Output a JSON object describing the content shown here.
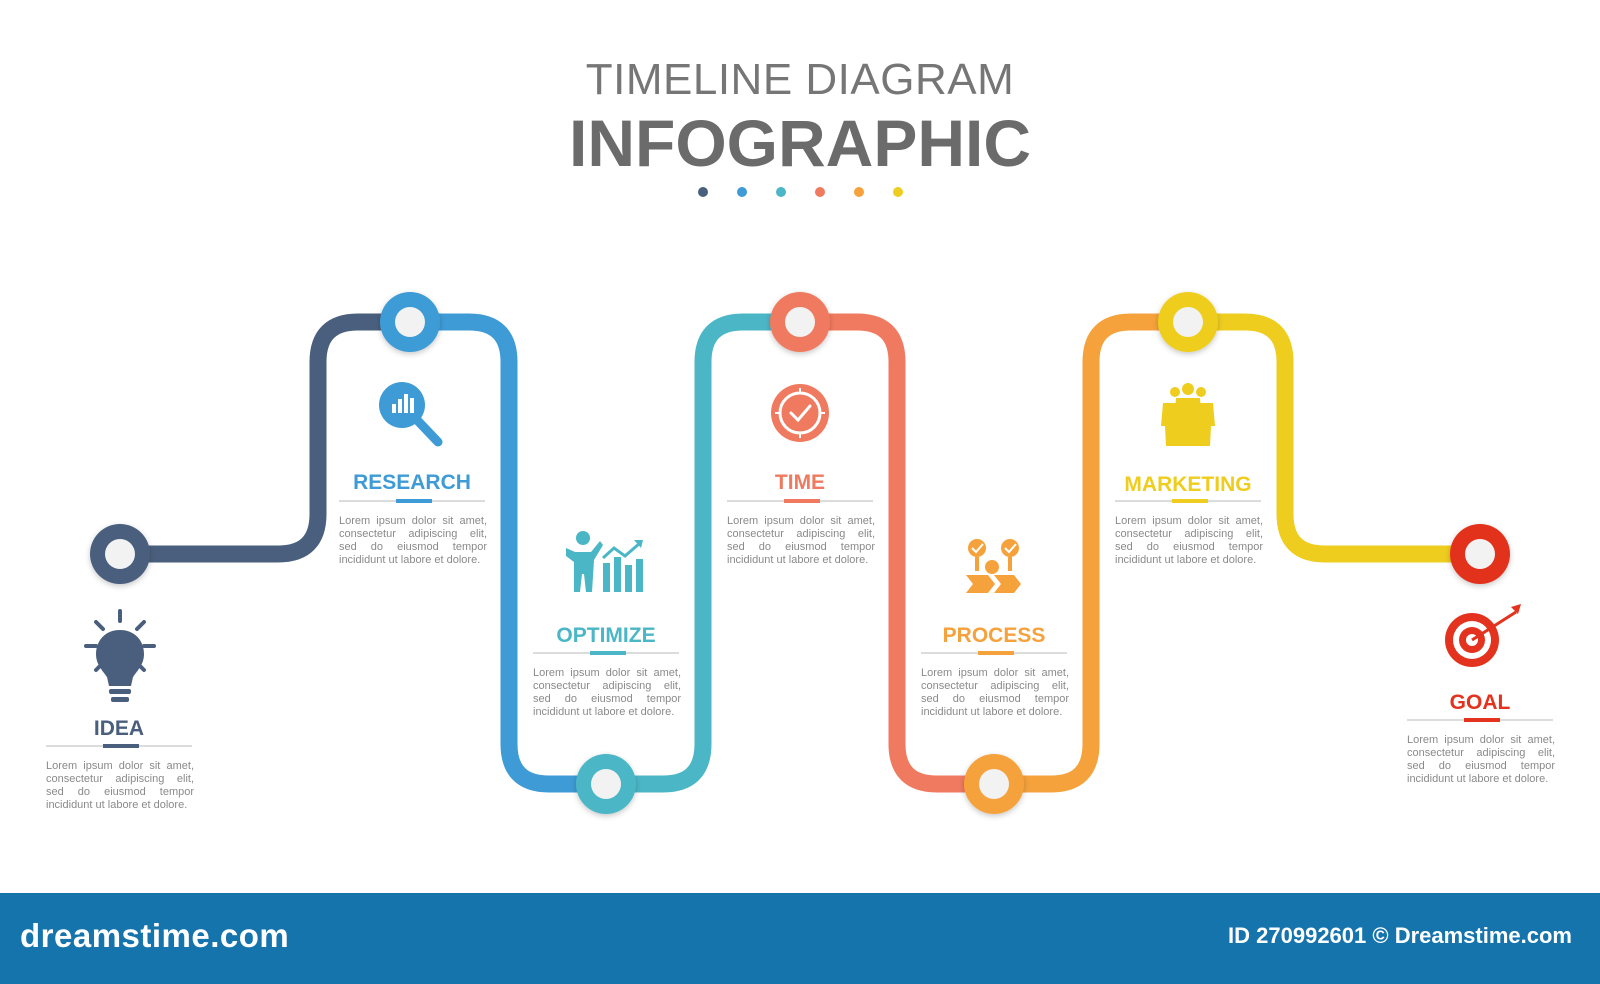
{
  "header": {
    "title_line1": "TIMELINE DIAGRAM",
    "title_line2": "INFOGRAPHIC",
    "dot_colors": [
      "#4a5f7d",
      "#3e9bd6",
      "#4bb6c6",
      "#f07a5f",
      "#f5a23c",
      "#eecd1e"
    ]
  },
  "steps": [
    {
      "label": "IDEA",
      "color": "#4a5f7d",
      "icon": "light-bulb-icon",
      "text": "Lorem ipsum dolor sit amet, consectetur adipiscing elit, sed do eiusmod tempor incididunt ut labore et dolore."
    },
    {
      "label": "RESEARCH",
      "color": "#3e9bd6",
      "icon": "magnifier-chart-icon",
      "text": "Lorem ipsum dolor sit amet, consectetur adipiscing elit, sed do eiusmod tempor incididunt ut labore et dolore."
    },
    {
      "label": "OPTIMIZE",
      "color": "#4bb6c6",
      "icon": "person-growth-chart-icon",
      "text": "Lorem ipsum dolor sit amet, consectetur adipiscing elit, sed do eiusmod tempor incididunt ut labore et dolore."
    },
    {
      "label": "TIME",
      "color": "#f07a5f",
      "icon": "clock-icon",
      "text": "Lorem ipsum dolor sit amet, consectetur adipiscing elit, sed do eiusmod tempor incididunt ut labore et dolore."
    },
    {
      "label": "PROCESS",
      "color": "#f5a23c",
      "icon": "process-checks-icon",
      "text": "Lorem ipsum dolor sit amet, consectetur adipiscing elit, sed do eiusmod tempor incididunt ut labore et dolore."
    },
    {
      "label": "MARKETING",
      "color": "#eecd1e",
      "icon": "team-people-icon",
      "text": "Lorem ipsum dolor sit amet, consectetur adipiscing elit, sed do eiusmod tempor incididunt ut labore et dolore."
    },
    {
      "label": "GOAL",
      "color": "#e3321e",
      "icon": "target-arrow-icon",
      "text": "Lorem ipsum dolor sit amet, consectetur adipiscing elit, sed do eiusmod tempor incididunt ut labore et dolore."
    }
  ],
  "footer": {
    "brand": "dreamstime.com",
    "credit": "ID 270992601 © Dreamstime.com"
  }
}
